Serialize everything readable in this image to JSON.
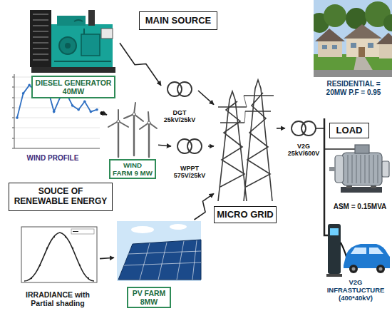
{
  "diagram": {
    "nodes": [
      {
        "text": [
          "MAIN SOURCE"
        ]
      },
      {
        "text": [
          "DIESEL GENERATOR 40MW"
        ]
      },
      {
        "text": [
          "LOAD"
        ]
      },
      {
        "text": [
          "DGT 25kV/25kV"
        ]
      },
      {
        "text": [
          "WIND PROFILE"
        ]
      },
      {
        "text": [
          "WIND FARM 9 MW"
        ]
      },
      {
        "text": [
          "WPPT 575V/25kV"
        ]
      },
      {
        "text": [
          "V2G 25kV/600V"
        ]
      },
      {
        "text": [
          "SOUCE OF RENEWABLE ENERGY"
        ]
      },
      {
        "text": [
          "MICRO GRID"
        ]
      },
      {
        "text": [
          "PV FARM 8MW"
        ]
      },
      {
        "text": [
          "IRRADIANCE with Partial shading"
        ]
      }
    ],
    "edges": [
      {
        "from": 1,
        "to": 3,
        "arrow": "to"
      },
      {
        "from": 3,
        "to": 9,
        "arrow": "to"
      },
      {
        "from": 4,
        "to": 5,
        "arrow": "to"
      },
      {
        "from": 5,
        "to": 6,
        "arrow": "to"
      },
      {
        "from": 6,
        "to": 9,
        "arrow": "to"
      },
      {
        "from": 10,
        "to": 9,
        "arrow": "to"
      },
      {
        "from": 11,
        "to": 10,
        "arrow": "to"
      },
      {
        "from": 9,
        "to": 7,
        "arrow": "to"
      }
    ],
    "labels": [
      "RESIDENTIAL = 20MW P.F = 0.95",
      "ASM = 0.15MVA",
      "V2G INFRASTUCTURE (400*40kV)"
    ]
  }
}
